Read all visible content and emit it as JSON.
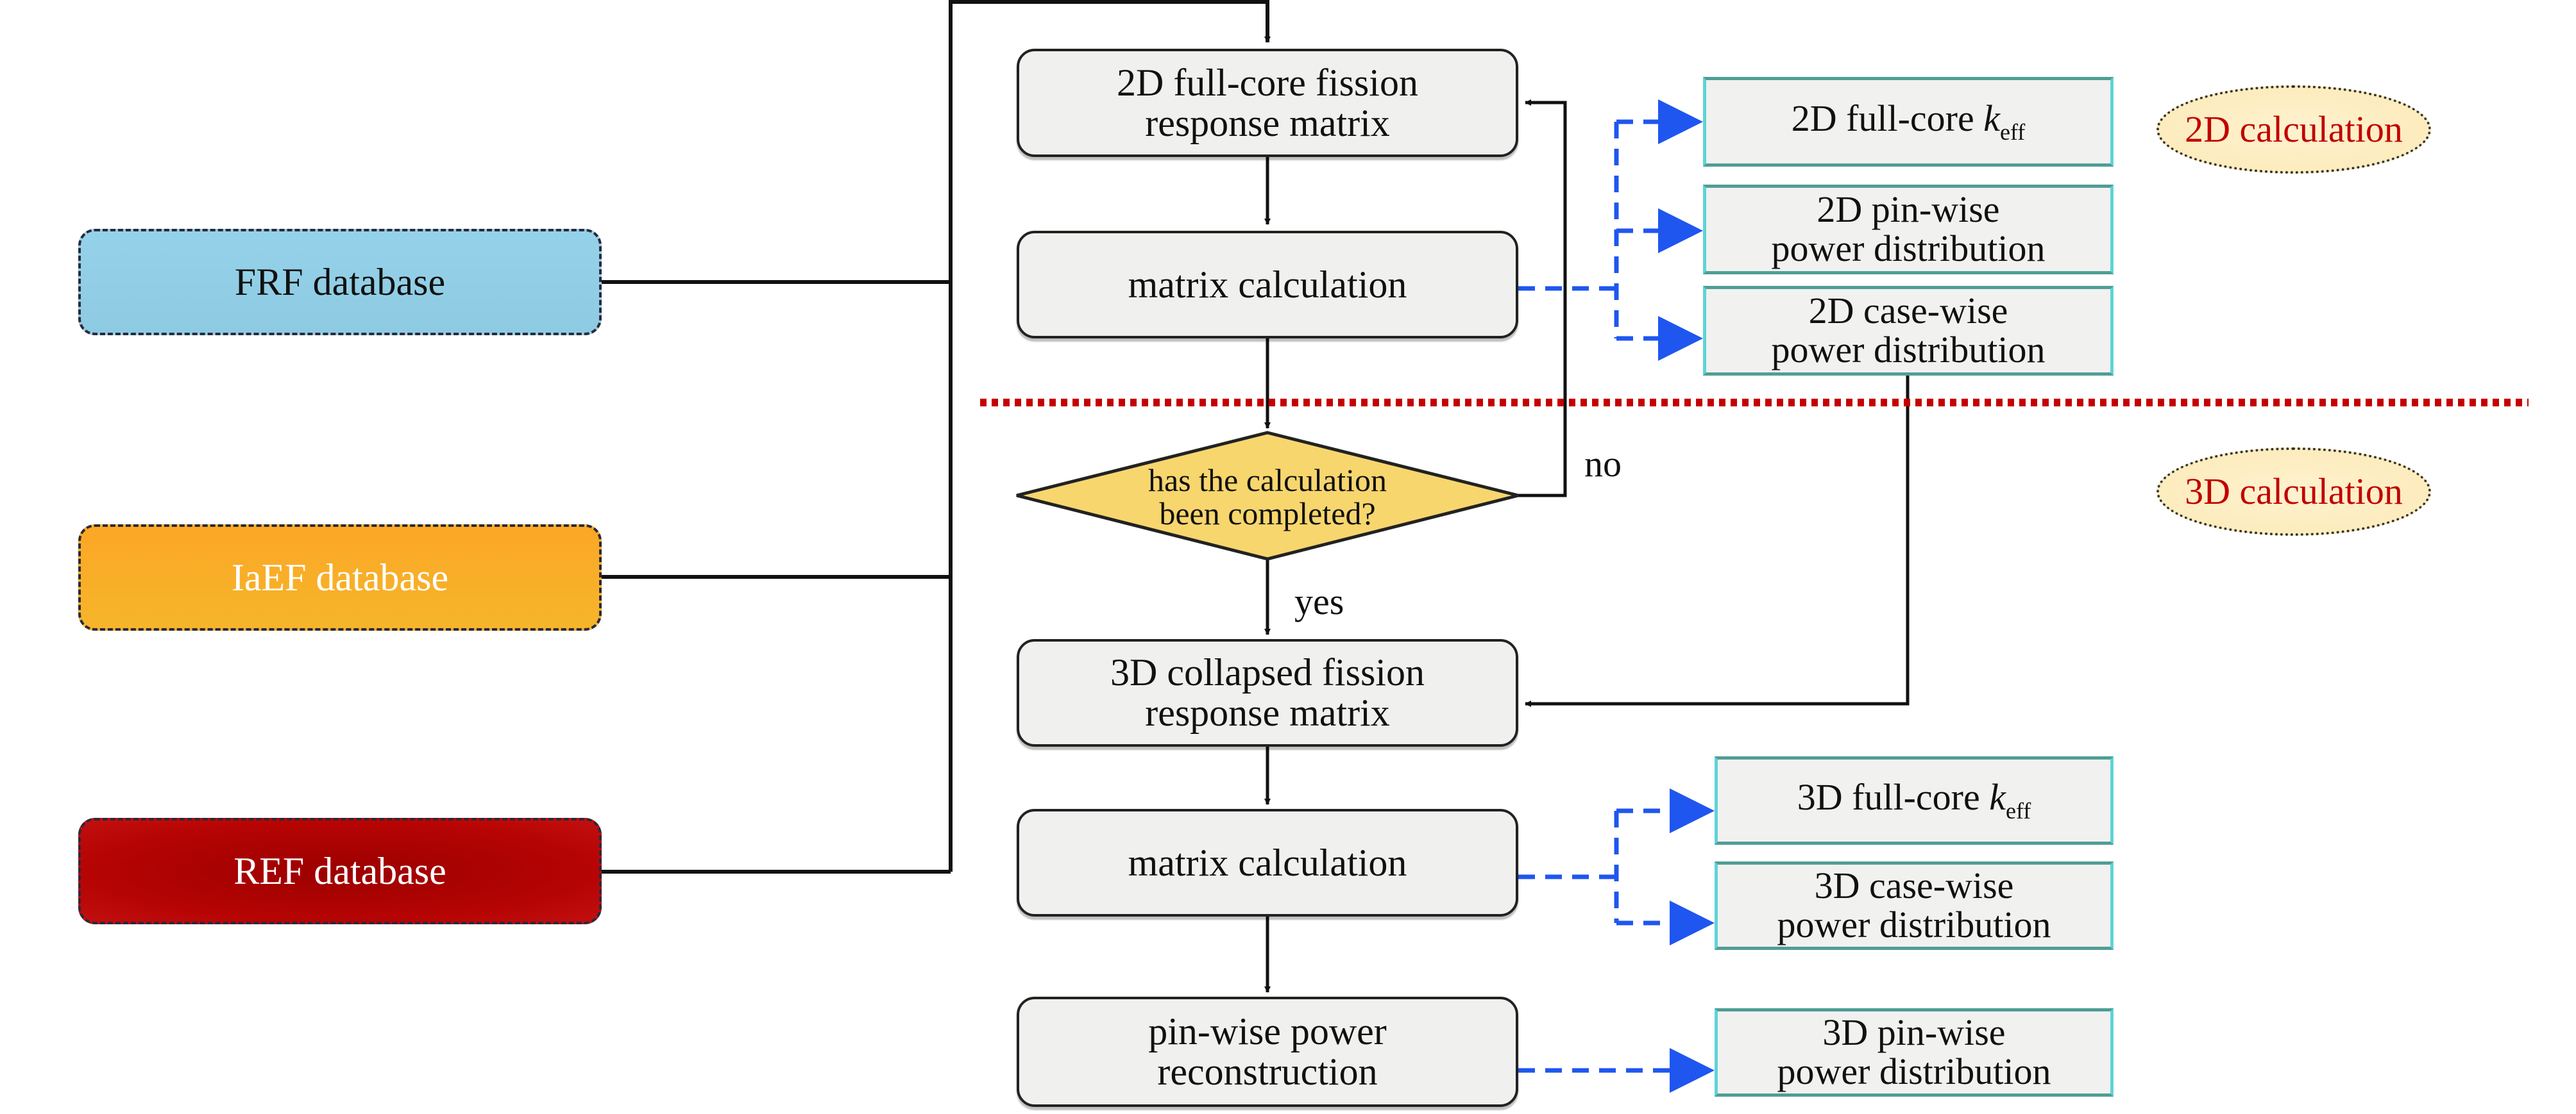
{
  "databases": [
    {
      "id": "frf",
      "label": "FRF database"
    },
    {
      "id": "iaef",
      "label": "IaEF database"
    },
    {
      "id": "ref",
      "label": "REF database"
    }
  ],
  "phases": {
    "two_d": "2D calculation",
    "three_d": "3D calculation"
  },
  "process": {
    "fission_2d": [
      "2D full-core fission",
      "response matrix"
    ],
    "matrix_2d": "matrix calculation",
    "decision": [
      "has the calculation",
      "been completed?"
    ],
    "no_label": "no",
    "yes_label": "yes",
    "fission_3d": [
      "3D collapsed fission",
      "response matrix"
    ],
    "matrix_3d": "matrix calculation",
    "reconstruction": [
      "pin-wise power",
      "reconstruction"
    ]
  },
  "outputs_2d": {
    "keff_prefix": "2D full-core ",
    "keff_symbol": "k",
    "keff_sub": "eff",
    "pinwise": [
      "2D pin-wise",
      "power distribution"
    ],
    "casewise": [
      "2D case-wise",
      "power distribution"
    ]
  },
  "outputs_3d": {
    "keff_prefix": "3D full-core ",
    "keff_symbol": "k",
    "keff_sub": "eff",
    "casewise": [
      "3D case-wise",
      "power distribution"
    ],
    "pinwise": [
      "3D pin-wise",
      "power distribution"
    ]
  },
  "colors": {
    "divider": "#c40000",
    "dashed_arrow": "#1f56f0",
    "phase_text": "#c10000"
  }
}
